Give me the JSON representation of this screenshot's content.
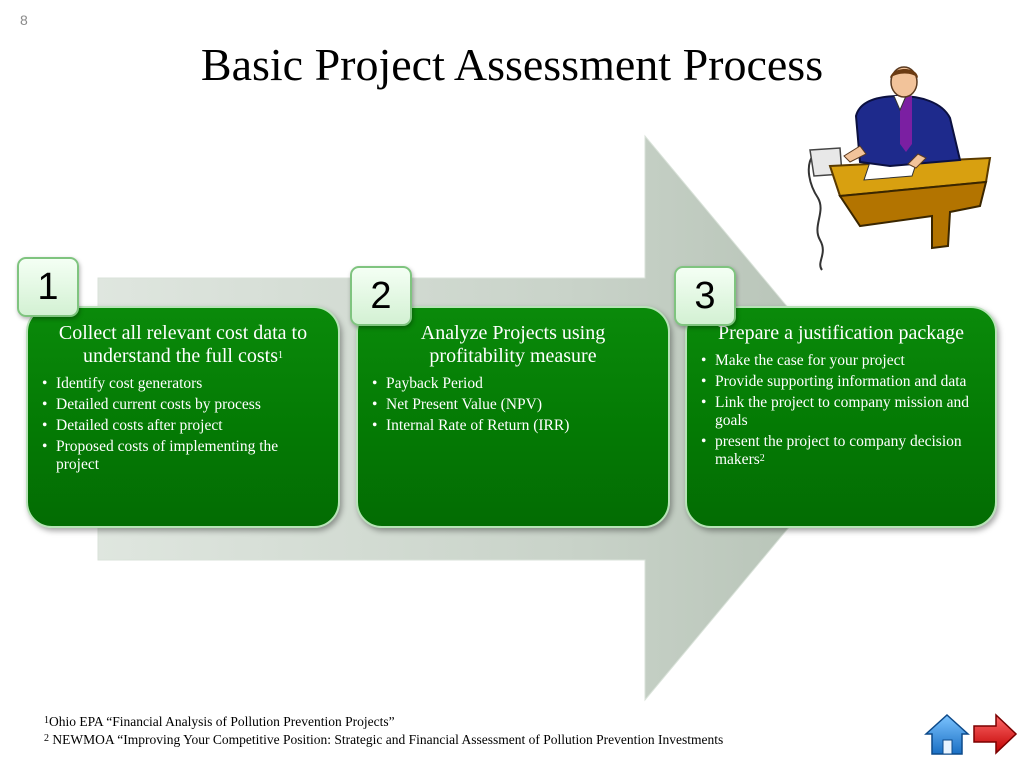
{
  "slide_number": "8",
  "title": "Basic Project Assessment Process",
  "steps": [
    {
      "number": "1",
      "heading": "Collect all relevant cost data to understand the full costs",
      "heading_sup": "1",
      "bullets": [
        "Identify cost generators",
        "Detailed current costs by process",
        "Detailed costs after project",
        "Proposed costs of implementing the project"
      ]
    },
    {
      "number": "2",
      "heading": "Analyze Projects using profitability measure",
      "heading_sup": "",
      "bullets": [
        "Payback Period",
        "Net Present Value (NPV)",
        "Internal Rate of Return (IRR)"
      ]
    },
    {
      "number": "3",
      "heading": "Prepare a justification package",
      "heading_sup": "",
      "bullets": [
        "Make the case for your project",
        "Provide supporting information and data",
        "Link the project to company mission and goals",
        "present the project to company decision makers"
      ],
      "last_bullet_sup": "2"
    }
  ],
  "footnotes": [
    {
      "mark": "1",
      "text": "Ohio EPA “Financial Analysis of Pollution Prevention Projects”"
    },
    {
      "mark": "2",
      "text": " NEWMOA “Improving Your Competitive Position: Strategic and Financial Assessment of Pollution Prevention Investments"
    }
  ],
  "icons": {
    "home": "home-icon",
    "next": "arrow-right-icon",
    "clipart": "businessman-at-desk-icon"
  },
  "colors": {
    "box_green": "#047a04",
    "arrow_gray": "#c4d0c4",
    "home_blue": "#2f8fe0",
    "next_red": "#e01010"
  }
}
